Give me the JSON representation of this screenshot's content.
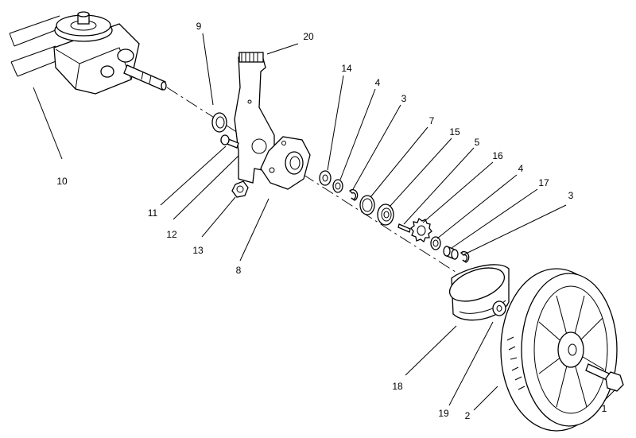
{
  "callouts": [
    {
      "id": "1",
      "label": "1"
    },
    {
      "id": "2",
      "label": "2"
    },
    {
      "id": "3a",
      "label": "3"
    },
    {
      "id": "3b",
      "label": "3"
    },
    {
      "id": "4a",
      "label": "4"
    },
    {
      "id": "4b",
      "label": "4"
    },
    {
      "id": "5",
      "label": "5"
    },
    {
      "id": "7",
      "label": "7"
    },
    {
      "id": "8",
      "label": "8"
    },
    {
      "id": "9",
      "label": "9"
    },
    {
      "id": "10",
      "label": "10"
    },
    {
      "id": "11",
      "label": "11"
    },
    {
      "id": "12",
      "label": "12"
    },
    {
      "id": "13",
      "label": "13"
    },
    {
      "id": "14",
      "label": "14"
    },
    {
      "id": "15",
      "label": "15"
    },
    {
      "id": "16",
      "label": "16"
    },
    {
      "id": "17",
      "label": "17"
    },
    {
      "id": "18",
      "label": "18"
    },
    {
      "id": "19",
      "label": "19"
    },
    {
      "id": "20",
      "label": "20"
    }
  ]
}
